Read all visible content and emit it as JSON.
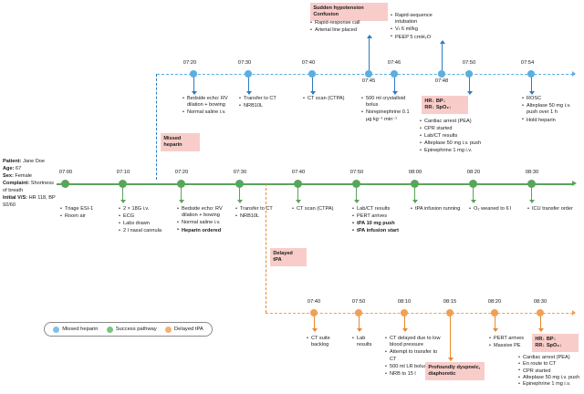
{
  "patient": {
    "rows": [
      {
        "label": "Patient:",
        "value": "Jane Doe"
      },
      {
        "label": "Age:",
        "value": "67"
      },
      {
        "label": "Sex:",
        "value": "Female"
      },
      {
        "label": "Complaint:",
        "value": "Shortness of breath"
      },
      {
        "label": "Initial V/S:",
        "value": "HR 118, BP 92/60"
      }
    ]
  },
  "legend": {
    "items": [
      {
        "label": "Missed heparin",
        "color": "#7fc0e8"
      },
      {
        "label": "Success pathway",
        "color": "#7cc47f"
      },
      {
        "label": "Delayed tPA",
        "color": "#f5b274"
      }
    ]
  },
  "colors": {
    "green": "#58a55c",
    "blue": "#5aaee0",
    "orange": "#f0a055",
    "highlight": "#f8cdc9",
    "blue_stem": "#2b7cc2",
    "orange_stem": "#e8892e"
  },
  "timelines": {
    "missed_heparin": {
      "name": "Missed heparin",
      "times": [
        "07:20",
        "07:30",
        "07:40",
        "07:45",
        "07:46",
        "07:48",
        "07:50",
        "07:54"
      ],
      "events": [
        {
          "time": "07:20",
          "items": [
            "Bedside echo: RV dilation + bowing",
            "Normal saline i.v."
          ]
        },
        {
          "time": "07:30",
          "items": [
            "Transfer to CT",
            "NRB10L"
          ]
        },
        {
          "time": "07:40",
          "items": [
            "CT scan (CTPA)"
          ]
        },
        {
          "time": "07:45",
          "items": [
            "Rapid-response call",
            "Arterial line placed"
          ],
          "banner": "Sudden hypotension Confusion"
        },
        {
          "time": "07:46",
          "items": [
            "500 ml crystalloid bolus",
            "Norepinephrine 0.1 µg kg⁻¹ min⁻¹"
          ]
        },
        {
          "time": "07:48",
          "items": [
            "Rapid-sequence intubation",
            "Vₜ 6 ml/kg",
            "PEEP 5 cmH₂O"
          ]
        },
        {
          "time": "07:50",
          "items": [
            "Cardiac arrest (PEA)",
            "CPR started",
            "Lab/CT results",
            "Alteplase 50 mg i.v. push",
            "Epinephrine 1 mg i.v."
          ],
          "banner": "HR↓ BP↓ RR↓ SpO₂↓"
        },
        {
          "time": "07:54",
          "items": [
            "ROSC",
            "Alteplase 50 mg i.v. push over 1 h",
            "Hold heparin"
          ]
        }
      ],
      "annotation": "Missed heparin"
    },
    "success_pathway": {
      "name": "Success pathway",
      "times": [
        "07:00",
        "07:10",
        "07:20",
        "07:30",
        "07:40",
        "07:50",
        "08:00",
        "08:20",
        "08:30"
      ],
      "events": [
        {
          "time": "07:00",
          "items": [
            "Triage ESI-1",
            "Room air"
          ]
        },
        {
          "time": "07:10",
          "items": [
            "2 × 18G i.v.",
            "ECG",
            "Labs drawn",
            "2 l nasal cannula"
          ]
        },
        {
          "time": "07:20",
          "items": [
            "Bedside echo: RV dilation + bowing",
            "Normal saline i.v.",
            "Heparin ordered"
          ],
          "bold_from": 2
        },
        {
          "time": "07:30",
          "items": [
            "Transfer to CT",
            "NRB10L"
          ]
        },
        {
          "time": "07:40",
          "items": [
            "CT scan (CTPA)"
          ]
        },
        {
          "time": "07:50",
          "items": [
            "Lab/CT results",
            "PERT arrives",
            "tPA 10 mg push",
            "tPA infusion start"
          ],
          "bold_from": 2
        },
        {
          "time": "08:00",
          "items": [
            "tPA infusion running"
          ]
        },
        {
          "time": "08:20",
          "items": [
            "O₂ weaned to 6 l"
          ]
        },
        {
          "time": "08:30",
          "items": [
            "ICU transfer order"
          ]
        }
      ]
    },
    "delayed_tpa": {
      "name": "Delayed tPA",
      "times": [
        "07:40",
        "07:50",
        "08:10",
        "08:15",
        "08:20",
        "08:30"
      ],
      "events": [
        {
          "time": "07:40",
          "items": [
            "CT suite backlog"
          ]
        },
        {
          "time": "07:50",
          "items": [
            "Lab results"
          ]
        },
        {
          "time": "08:10",
          "items": [
            "CT delayed due to low blood pressure",
            "Attempt to transfer to CT",
            "500 ml LR bolus",
            "NRB to 15 l"
          ]
        },
        {
          "time": "08:15",
          "items": [],
          "banner": "Profoundly dyspneic, diaphoretic"
        },
        {
          "time": "08:20",
          "items": [
            "PERT arrives",
            "Massive PE"
          ]
        },
        {
          "time": "08:30",
          "items": [
            "Cardiac arrest (PEA)",
            "En route to CT",
            "CPR started",
            "Alteplase 50 mg i.v. push",
            "Epinephrine 1 mg i.v."
          ],
          "banner": "HR↓ BP↓ RR↓ SpO₂↓"
        }
      ],
      "annotation": "Delayed tPA"
    }
  },
  "banners": {
    "sudden_hypotension_l1": "Sudden hypotension",
    "sudden_hypotension_l2": "Confusion",
    "vitals_l1": "HR↓ BP↓",
    "vitals_l2": "RR↓ SpO₂↓",
    "missed_heparin_l1": "Missed",
    "missed_heparin_l2": "heparin",
    "delayed_tpa_l1": "Delayed",
    "delayed_tpa_l2": "tPA",
    "dyspneic_l1": "Profoundly dyspneic,",
    "dyspneic_l2": "diaphoretic"
  }
}
